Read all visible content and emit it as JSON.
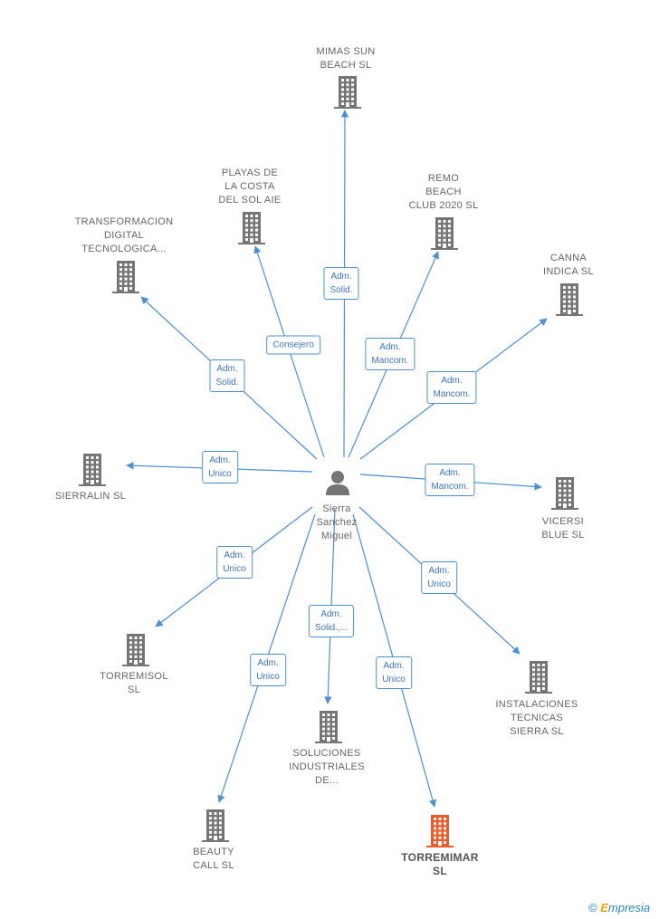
{
  "center": {
    "lines": [
      "Sierra",
      "Sanchez",
      "Miguel"
    ]
  },
  "colors": {
    "edge": "#4a90d9",
    "building": "#757575",
    "highlight": "#f05a28",
    "label": "#666666"
  },
  "icons": {
    "company": "building-icon",
    "person": "person-icon"
  },
  "nodes": [
    {
      "id": "mimas",
      "lines": [
        "MIMAS SUN",
        "BEACH  SL"
      ],
      "role": [
        "Adm.",
        "Solid."
      ],
      "highlight": false
    },
    {
      "id": "playas",
      "lines": [
        "PLAYAS DE",
        "LA COSTA",
        "DEL SOL AIE"
      ],
      "role": [
        "Consejero"
      ],
      "highlight": false
    },
    {
      "id": "remo",
      "lines": [
        "REMO",
        "BEACH",
        "CLUB 2020  SL"
      ],
      "role": [
        "Adm.",
        "Mancom."
      ],
      "highlight": false
    },
    {
      "id": "transformacion",
      "lines": [
        "TRANSFORMACION",
        "DIGITAL",
        "TECNOLOGICA..."
      ],
      "role": [
        "Adm.",
        "Solid."
      ],
      "highlight": false
    },
    {
      "id": "canna",
      "lines": [
        "CANNA",
        "INDICA  SL"
      ],
      "role": [
        "Adm.",
        "Mancom."
      ],
      "highlight": false
    },
    {
      "id": "sierralin",
      "lines": [
        "SIERRALIN SL"
      ],
      "role": [
        "Adm.",
        "Unico"
      ],
      "highlight": false
    },
    {
      "id": "vicersi",
      "lines": [
        "VICERSI",
        "BLUE  SL"
      ],
      "role": [
        "Adm.",
        "Mancom."
      ],
      "highlight": false
    },
    {
      "id": "torremisol",
      "lines": [
        "TORREMISOL",
        "SL"
      ],
      "role": [
        "Adm.",
        "Unico"
      ],
      "highlight": false
    },
    {
      "id": "instalaciones",
      "lines": [
        "INSTALACIONES",
        "TECNICAS",
        "SIERRA SL"
      ],
      "role": [
        "Adm.",
        "Unico"
      ],
      "highlight": false
    },
    {
      "id": "soluciones",
      "lines": [
        "SOLUCIONES",
        "INDUSTRIALES",
        "DE..."
      ],
      "role": [
        "Adm.",
        "Solid.,..."
      ],
      "highlight": false
    },
    {
      "id": "beauty",
      "lines": [
        "BEAUTY",
        "CALL SL"
      ],
      "role": [
        "Adm.",
        "Unico"
      ],
      "highlight": false
    },
    {
      "id": "torremimar",
      "lines": [
        "TORREMIMAR",
        "SL"
      ],
      "role": [
        "Adm.",
        "Unico"
      ],
      "highlight": true
    }
  ],
  "brand": {
    "symbol": "©",
    "e": "E",
    "rest": "mpresia"
  }
}
